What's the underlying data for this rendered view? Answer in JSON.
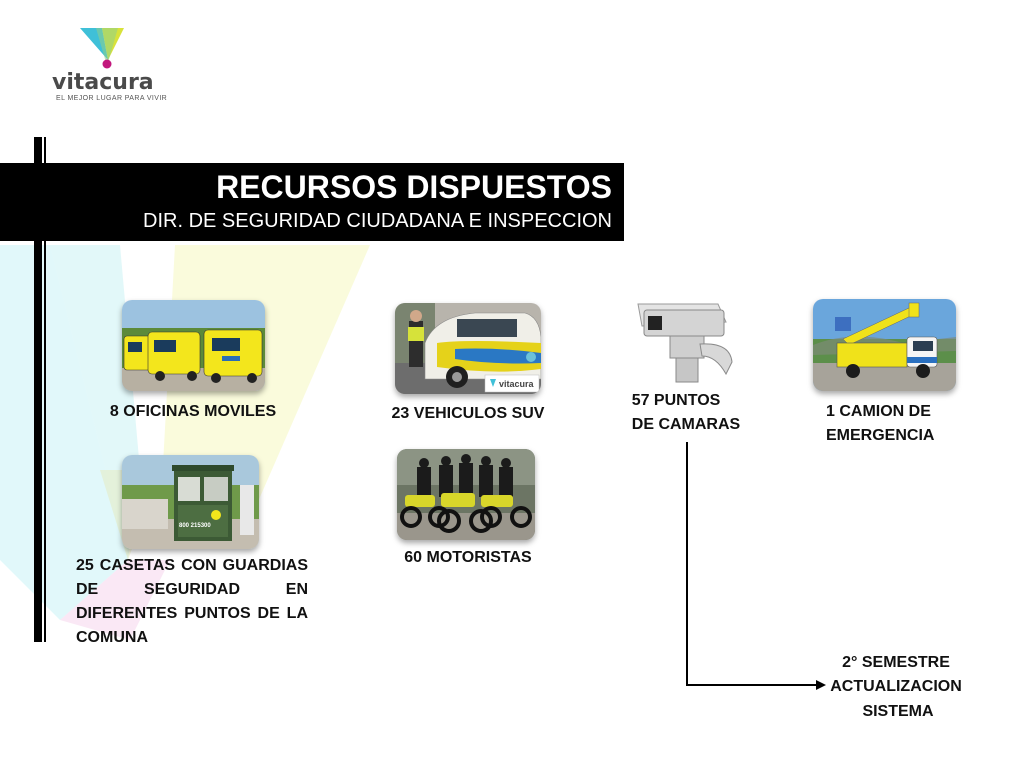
{
  "logo": {
    "word": "vitacura",
    "tagline": "EL MEJOR LUGAR PARA VIVIR"
  },
  "header": {
    "title": "RECURSOS DISPUESTOS",
    "subtitle": "DIR. DE SEGURIDAD CIUDADANA E INSPECCION"
  },
  "resources": {
    "mobile_offices": "8 OFICINAS MOVILES",
    "suv": "23 VEHICULOS SUV",
    "cameras_line1": "57 PUNTOS",
    "cameras_line2": "DE CAMARAS",
    "truck_line1": "1 CAMION DE",
    "truck_line2": "EMERGENCIA",
    "booths": "25 CASETAS CON GUARDIAS DE SEGURIDAD EN DIFERENTES PUNTOS DE LA COMUNA",
    "motorcyclists": "60 MOTORISTAS"
  },
  "update_note": {
    "line1": "2° SEMESTRE",
    "line2": "ACTUALIZACION",
    "line3": "SISTEMA"
  },
  "suv_logo_text": "vitacura",
  "booth_sign_text": "800 215300",
  "colors": {
    "brand_cyan": "#3fc0d8",
    "brand_yellow": "#d8e23a",
    "brand_magenta": "#c2187d",
    "banner": "#000000"
  }
}
